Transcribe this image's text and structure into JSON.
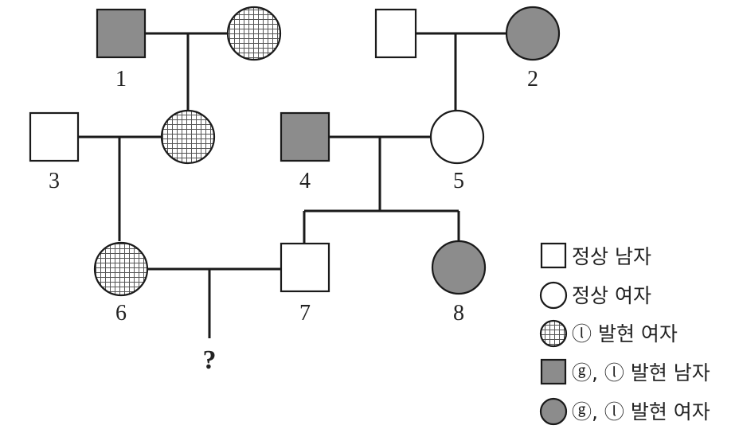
{
  "pedigree": {
    "individuals": [
      {
        "id": "1",
        "label": "1",
        "sex": "male",
        "status": "gray"
      },
      {
        "id": "1s",
        "label": "",
        "sex": "female",
        "status": "hatch"
      },
      {
        "id": "2s",
        "label": "",
        "sex": "male",
        "status": "normal"
      },
      {
        "id": "2",
        "label": "2",
        "sex": "female",
        "status": "gray"
      },
      {
        "id": "3",
        "label": "3",
        "sex": "male",
        "status": "normal"
      },
      {
        "id": "3s",
        "label": "",
        "sex": "female",
        "status": "hatch"
      },
      {
        "id": "4",
        "label": "4",
        "sex": "male",
        "status": "gray"
      },
      {
        "id": "5",
        "label": "5",
        "sex": "female",
        "status": "normal"
      },
      {
        "id": "6",
        "label": "6",
        "sex": "female",
        "status": "hatch"
      },
      {
        "id": "7",
        "label": "7",
        "sex": "male",
        "status": "normal"
      },
      {
        "id": "8",
        "label": "8",
        "sex": "female",
        "status": "gray"
      }
    ],
    "unknown_child": "?"
  },
  "legend": [
    {
      "shape": "square",
      "status": "normal",
      "text": "정상 남자"
    },
    {
      "shape": "circle",
      "status": "normal",
      "text": "정상 여자"
    },
    {
      "shape": "circle",
      "status": "hatch",
      "text": "ⓛ 발현 여자"
    },
    {
      "shape": "square",
      "status": "gray",
      "text": "ⓖ, ⓛ 발현 남자"
    },
    {
      "shape": "circle",
      "status": "gray",
      "text": "ⓖ, ⓛ 발현 여자"
    }
  ],
  "colors": {
    "gray": "#8c8c8c",
    "line": "#1a1a1a",
    "white": "#ffffff"
  }
}
